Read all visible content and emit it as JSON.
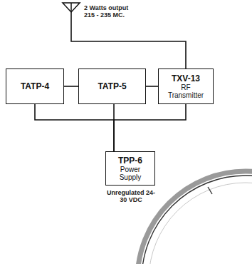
{
  "diagram": {
    "nodes": [
      {
        "text": [
          "TATP-4"
        ]
      },
      {
        "text": [
          "TATP-5"
        ]
      },
      {
        "text": [
          "TXV-13",
          "RF Transmitter"
        ]
      },
      {
        "text": [
          "TPP-6",
          "Power Supply"
        ]
      }
    ],
    "edges": [
      {
        "from": 0,
        "to": 1,
        "arrow": "none"
      },
      {
        "from": 1,
        "to": 2,
        "arrow": "none"
      },
      {
        "from": 3,
        "to": 0,
        "arrow": "none"
      },
      {
        "from": 3,
        "to": 1,
        "arrow": "none"
      },
      {
        "from": 3,
        "to": 2,
        "arrow": "none"
      }
    ],
    "labels": [
      "2 Watts output 215 - 235 MC.",
      "Unregulated 24-30 VDC"
    ]
  }
}
